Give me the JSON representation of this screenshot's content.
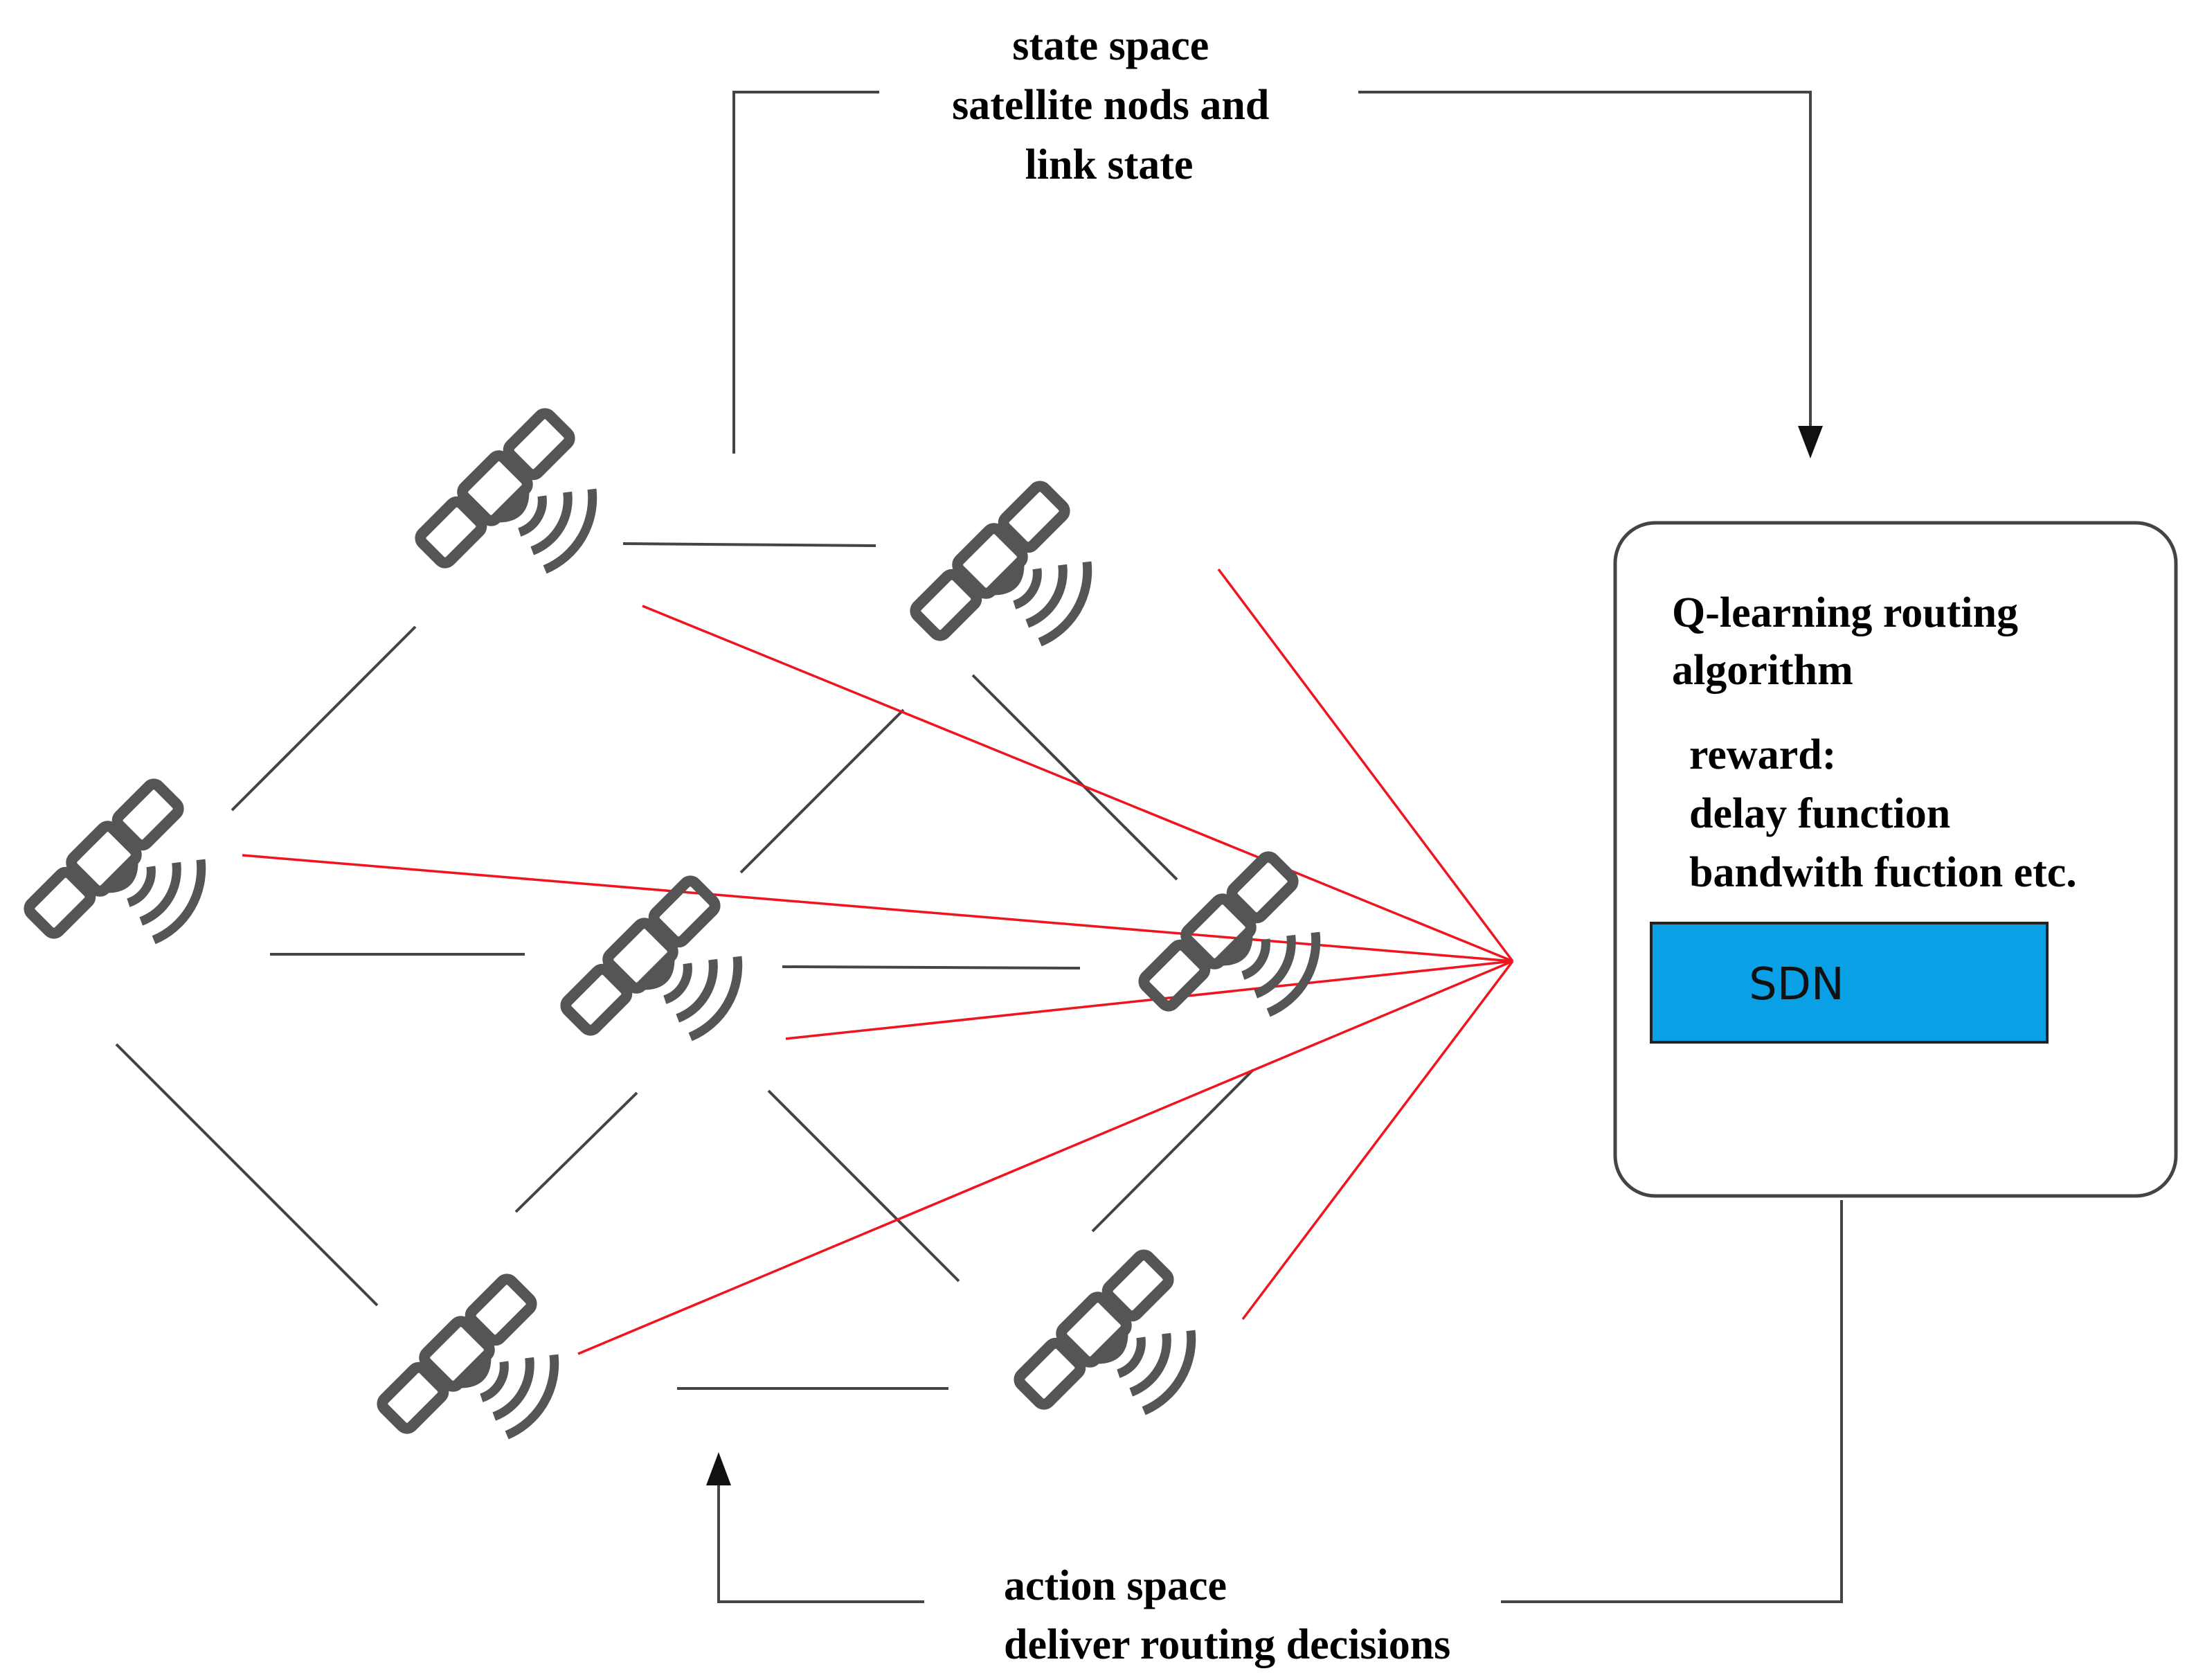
{
  "state_feedback": {
    "lines": [
      "state space",
      "satellite nods and",
      "link state"
    ]
  },
  "action_feedback": {
    "lines": [
      "action space",
      "deliver routing decisions"
    ]
  },
  "controller": {
    "title_lines": [
      "Q-learning routing",
      "algorithm"
    ],
    "reward_lines": [
      "reward:",
      "delay function",
      "bandwith fuction etc."
    ],
    "sdn_label": "SDN"
  },
  "colors": {
    "sdn_fill": "#0AA0E6",
    "control_link": "#F0141E",
    "isl_link": "#444444",
    "satellite_icon": "#555555"
  },
  "icons": {
    "satellite": "satellite-icon"
  }
}
